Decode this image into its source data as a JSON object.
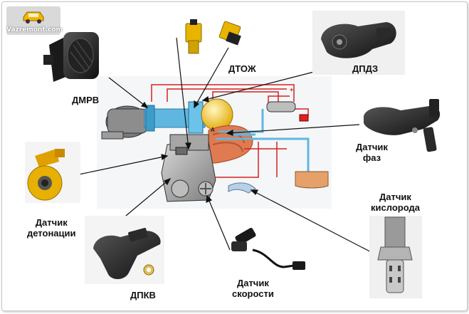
{
  "logo": {
    "text": "Vazremont.com",
    "icon": "car-icon"
  },
  "labels": {
    "dmrv": "ДМРВ",
    "dtozh": "ДТОЖ",
    "dpdz": "ДПДЗ",
    "phase_1": "Датчик",
    "phase_2": "фаз",
    "detonation_1": "Датчик",
    "detonation_2": "детонации",
    "dpkv": "ДПКВ",
    "speed_1": "Датчик",
    "speed_2": "скорости",
    "oxygen_1": "Датчик",
    "oxygen_2": "кислорода"
  },
  "diagram_marks": {
    "point_a": "А",
    "plus": "+"
  },
  "colors": {
    "air_duct": "#5fb7e0",
    "fuel_line": "#d62020",
    "exhaust": "#e07a50",
    "engine": "#9a9a9a",
    "throttle_body": "#f2c94c"
  }
}
